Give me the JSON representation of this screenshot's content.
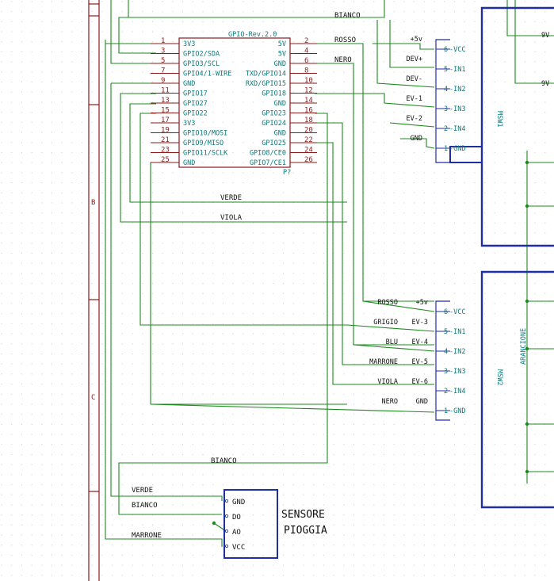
{
  "colors": {
    "wire": "#1d8a1d",
    "part_outline": "#8b1a1a",
    "pin_name": "#0b7a7a",
    "module_outline": "#1f2fa3",
    "border": "#8b1a1a",
    "grid_dot": "#c9c9c9"
  },
  "border": {
    "zones": [
      "B",
      "C"
    ]
  },
  "gpio": {
    "title": "GPIO-Rev.2.0",
    "reference": "P?",
    "left_numbers": [
      "1",
      "3",
      "5",
      "7",
      "9",
      "11",
      "13",
      "15",
      "17",
      "19",
      "21",
      "23",
      "25"
    ],
    "right_numbers": [
      "2",
      "4",
      "6",
      "8",
      "10",
      "12",
      "14",
      "16",
      "18",
      "20",
      "22",
      "24",
      "26"
    ],
    "left_names": [
      "3V3",
      "GPIO2/SDA",
      "GPIO3/SCL",
      "GPIO4/1-WIRE",
      "GND",
      "GPIO17",
      "GPIO27",
      "GPIO22",
      "3V3",
      "GPIO10/MOSI",
      "GPIO9/MISO",
      "GPIO11/SCLK",
      "GND"
    ],
    "right_names": [
      "5V",
      "5V",
      "GND",
      "TXD/GPIO14",
      "RXD/GPIO15",
      "GPIO18",
      "GND",
      "GPIO23",
      "GPIO24",
      "GND",
      "GPIO25",
      "GPIO8/CE0",
      "GPIO7/CE1"
    ]
  },
  "wire_labels": {
    "top_bianco": "BIANCO",
    "top_rosso": "ROSSO",
    "top_nero": "NERO",
    "verde_bus": "VERDE",
    "viola_bus": "VIOLA",
    "bianco_low": "BIANCO",
    "verde_sensor": "VERDE",
    "bianco_sensor": "BIANCO",
    "marrone_sensor": "MARRONE"
  },
  "msw1": {
    "ref": "MSW1",
    "net_labels": [
      "+5v",
      "DEV+",
      "DEV-",
      "EV-1",
      "EV-2",
      "GND"
    ],
    "pins": [
      {
        "num": "6",
        "name": "VCC"
      },
      {
        "num": "5",
        "name": "IN1"
      },
      {
        "num": "4",
        "name": "IN2"
      },
      {
        "num": "3",
        "name": "IN3"
      },
      {
        "num": "2",
        "name": "IN4"
      },
      {
        "num": "1",
        "name": "GND"
      }
    ],
    "right_labels": [
      "9V",
      "9V"
    ]
  },
  "msw2": {
    "ref": "MSW2",
    "net_labels": [
      "+5v",
      "EV-3",
      "EV-4",
      "EV-5",
      "EV-6",
      "GND"
    ],
    "wire_labels": [
      "ROSSO",
      "GRIGIO",
      "BLU",
      "MARRONE",
      "VIOLA",
      "NERO"
    ],
    "pins": [
      {
        "num": "6",
        "name": "VCC"
      },
      {
        "num": "5",
        "name": "IN1"
      },
      {
        "num": "4",
        "name": "IN2"
      },
      {
        "num": "3",
        "name": "IN3"
      },
      {
        "num": "2",
        "name": "IN4"
      },
      {
        "num": "1",
        "name": "GND"
      }
    ],
    "side_label": "ARANCIONE"
  },
  "sensor": {
    "name_line1": "SENSORE",
    "name_line2": "PIOGGIA",
    "pins": [
      "GND",
      "DO",
      "AO",
      "VCC"
    ]
  }
}
